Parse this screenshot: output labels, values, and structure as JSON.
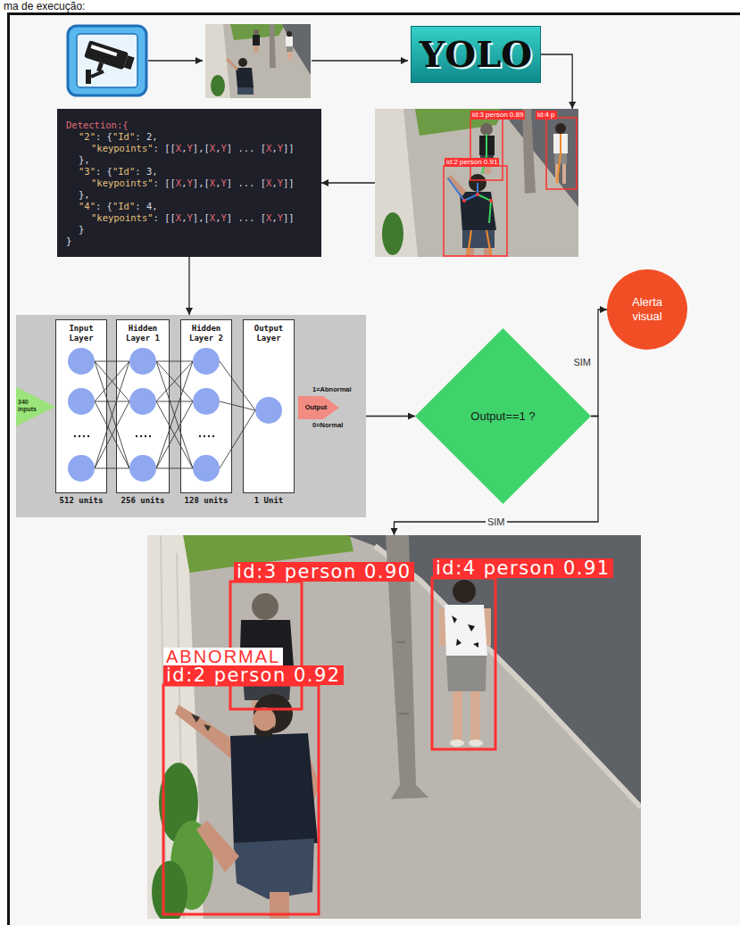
{
  "diagram": {
    "nodes": [
      {
        "text": [
          "YOLO"
        ]
      },
      {
        "text": [
          "id:3 person 0.89",
          "id:4 p",
          "id:2 person 0.91"
        ]
      },
      {
        "text": [
          "Detection:{",
          "\"2\": {\"Id\": 2,",
          "\"keypoints\": [[X,Y],[X,Y] ... [X,Y]]",
          "},",
          "\"3\": {\"Id\": 3,",
          "\"keypoints\": [[X,Y],[X,Y] ... [X,Y]]",
          "},",
          "\"4\": {\"Id\": 4,",
          "\"keypoints\": [[X,Y],[X,Y] ... [X,Y]]",
          "}",
          "}"
        ]
      },
      {
        "text": []
      },
      {
        "text": [
          "340 inputs"
        ],
        "in": 3
      },
      {
        "text": [
          "Input Layer",
          "512 units"
        ],
        "in": 3
      },
      {
        "text": [
          "Hidden Layer 1",
          "256 units"
        ],
        "in": 3
      },
      {
        "text": [
          "Hidden Layer 2",
          "128 units"
        ],
        "in": 3
      },
      {
        "text": [
          "Output Layer",
          "1 Unit"
        ],
        "in": 3
      },
      {
        "text": [
          "1=Abnormal",
          "Output",
          "0=Normal"
        ],
        "in": 3
      },
      {
        "text": [
          "Output==1 ?"
        ]
      },
      {
        "text": [
          "Alerta visual"
        ]
      },
      {
        "text": [
          "id:3 person 0.90",
          "id:4 person 0.91",
          "ABNORMAL",
          "id:2 person 0.92"
        ]
      }
    ],
    "edges": [
      {
        "from": 0,
        "to": 1,
        "arrow": "to"
      },
      {
        "from": 1,
        "to": 2,
        "arrow": "to"
      },
      {
        "from": 2,
        "to": 3,
        "arrow": "to"
      },
      {
        "from": 3,
        "to": 10,
        "arrow": "to"
      },
      {
        "from": 10,
        "to": 11,
        "label": "SIM",
        "arrow": "to"
      },
      {
        "from": 10,
        "to": 12,
        "label": "SIM",
        "arrow": "to"
      }
    ],
    "labels": [
      "ma de execução:"
    ]
  }
}
